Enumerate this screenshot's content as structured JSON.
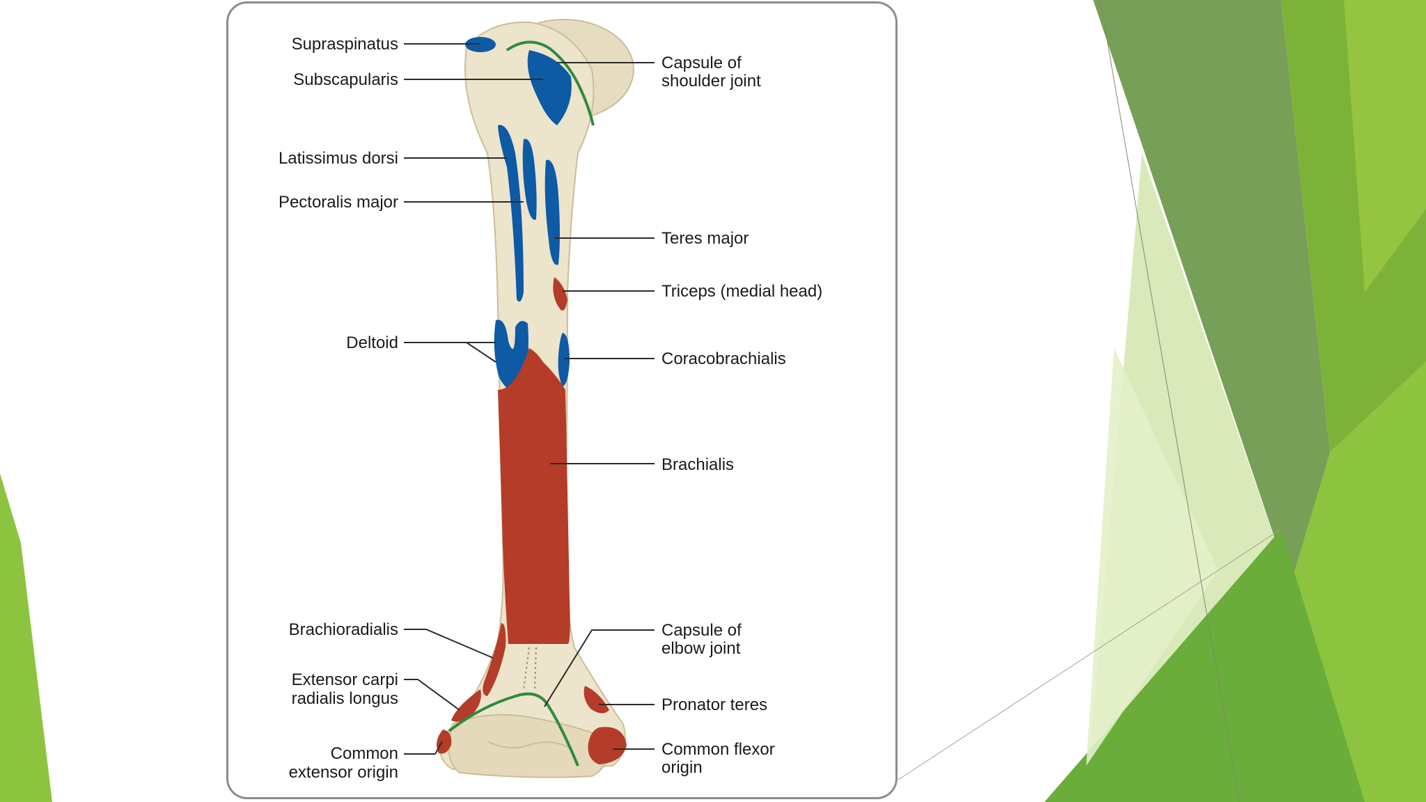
{
  "colors": {
    "bone": "#ede4cc",
    "bone_shadow": "#d6c9a6",
    "origin_muscle": "#b43c28",
    "insertion_muscle": "#0d5aa5",
    "capsule_line": "#2e8b3c",
    "accent_green_dark": "#5f8e3a",
    "accent_green_light": "#8dc43f",
    "border": "#8c8c8c"
  },
  "labels": {
    "supraspinatus": "Supraspinatus",
    "subscapularis": "Subscapularis",
    "latissimus_dorsi": "Latissimus dorsi",
    "pectoralis_major": "Pectoralis major",
    "deltoid": "Deltoid",
    "brachioradialis": "Brachioradialis",
    "ecrl_line1": "Extensor carpi",
    "ecrl_line2": "radialis longus",
    "ceo_line1": "Common",
    "ceo_line2": "extensor origin",
    "capsule_shoulder_line1": "Capsule of",
    "capsule_shoulder_line2": "shoulder joint",
    "teres_major": "Teres major",
    "triceps_medial": "Triceps (medial head)",
    "coracobrachialis": "Coracobrachialis",
    "brachialis": "Brachialis",
    "capsule_elbow_line1": "Capsule of",
    "capsule_elbow_line2": "elbow joint",
    "pronator_teres": "Pronator teres",
    "cfo_line1": "Common flexor",
    "cfo_line2": "origin"
  }
}
